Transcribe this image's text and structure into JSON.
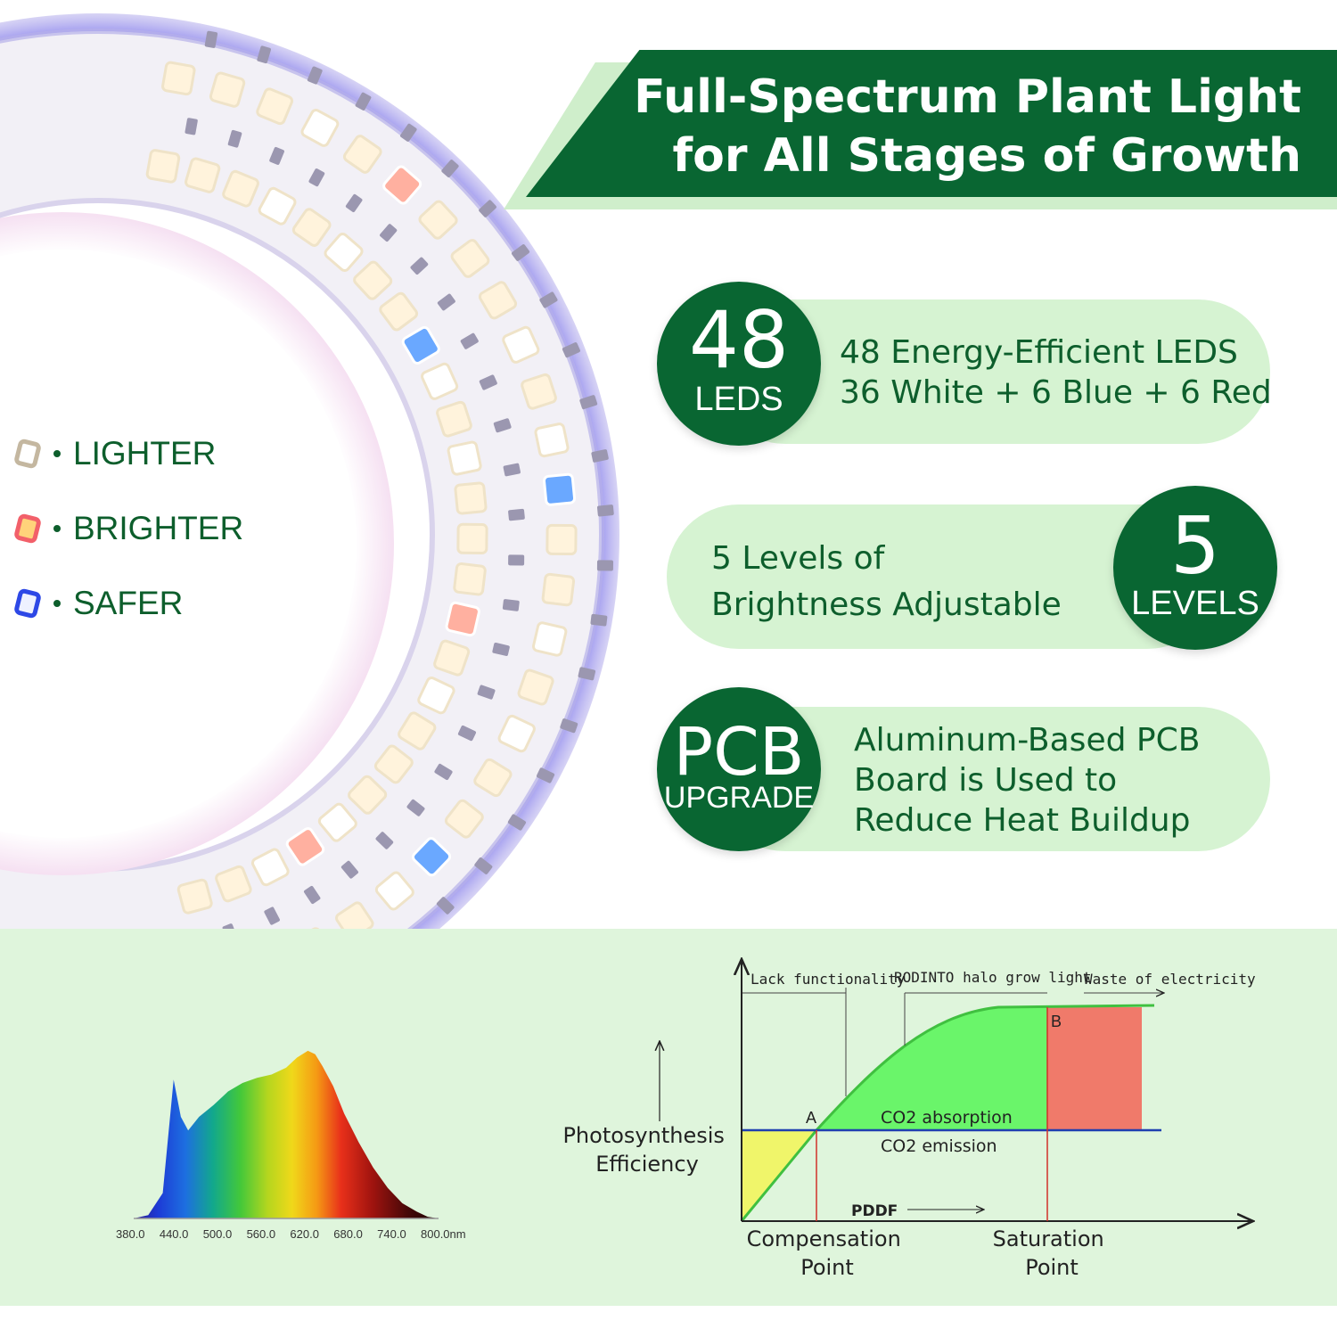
{
  "banner": {
    "title": "Full-Spectrum Plant Light\nfor All Stages of Growth"
  },
  "colors": {
    "brand_green": "#096632",
    "pill_green": "#d6f3d2",
    "panel_green": "#dff5dc",
    "text_green": "#0d5e2c",
    "co2_absorption_fill": "#6af56a",
    "co2_emission_fill": "#f0f56a",
    "waste_fill": "#f07a6a"
  },
  "legend": [
    {
      "label": "LIGHTER",
      "swatch_color": "#c4b7a0",
      "icon": "warm-white-led-icon"
    },
    {
      "label": "BRIGHTER",
      "swatch_color": "#f2606a",
      "icon": "red-led-icon"
    },
    {
      "label": "SAFER",
      "swatch_color": "#2d48e6",
      "icon": "blue-led-icon"
    }
  ],
  "features": [
    {
      "badge_big": "48",
      "badge_small": "LEDS",
      "text": "48 Energy-Efficient LEDS\n36 White + 6 Blue + 6 Red"
    },
    {
      "badge_big": "5",
      "badge_small": "LEVELS",
      "text": "5 Levels of\nBrightness Adjustable"
    },
    {
      "badge_big": "PCB",
      "badge_small": "UPGRADE",
      "text": "Aluminum-Based PCB\nBoard is Used to\nReduce Heat Buildup"
    }
  ],
  "spectrum_chart": {
    "type": "area",
    "x_ticks": [
      "380.0",
      "440.0",
      "500.0",
      "560.0",
      "620.0",
      "680.0",
      "740.0",
      "800.0nm"
    ],
    "x": [
      380,
      400,
      420,
      435,
      445,
      455,
      470,
      490,
      510,
      530,
      550,
      570,
      590,
      605,
      620,
      630,
      640,
      655,
      670,
      690,
      710,
      730,
      750,
      770,
      785,
      800
    ],
    "y": [
      0,
      0.02,
      0.15,
      0.82,
      0.6,
      0.52,
      0.6,
      0.67,
      0.75,
      0.8,
      0.83,
      0.85,
      0.89,
      0.95,
      0.99,
      0.97,
      0.9,
      0.78,
      0.62,
      0.45,
      0.3,
      0.18,
      0.09,
      0.04,
      0.01,
      0
    ],
    "xlim": [
      380,
      800
    ],
    "ylim": [
      0,
      1
    ]
  },
  "pe_chart": {
    "type": "diagram",
    "ylabel": "Photosynthesis\nEfficiency",
    "zone_labels": {
      "lack": "Lack functionality",
      "rodinto": "RODINTO halo grow light",
      "waste": "Waste of electricity"
    },
    "point_a": "A",
    "point_b": "B",
    "co2_absorption": "CO2 absorption",
    "co2_emission": "CO2 emission",
    "pddf": "PDDF",
    "compensation_point": "Compensation\nPoint",
    "saturation_point": "Saturation\nPoint"
  }
}
